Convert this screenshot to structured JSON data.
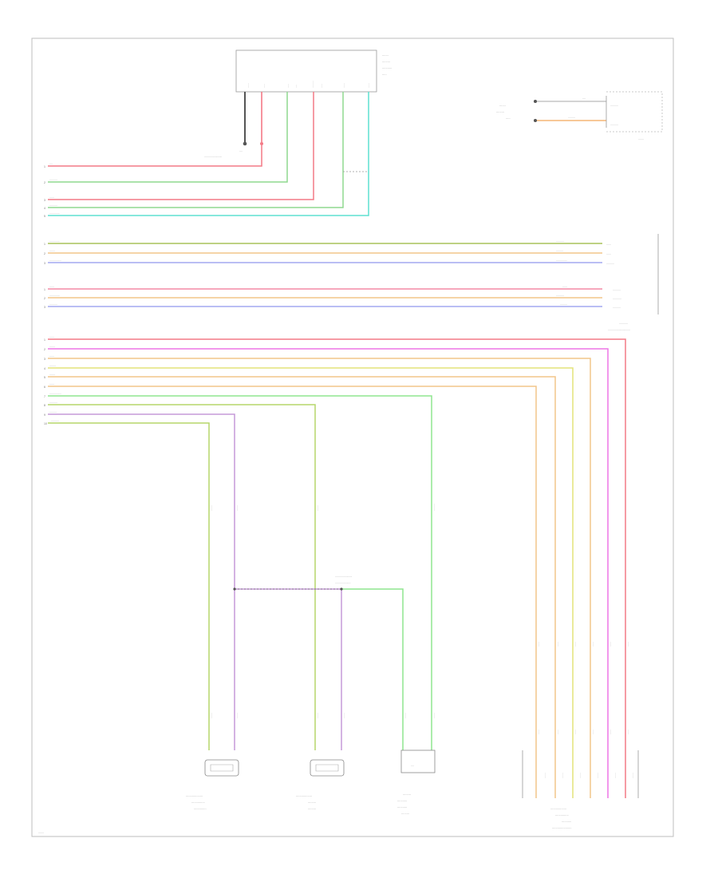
{
  "footer": {
    "ref_code": ""
  },
  "wires": [
    {
      "id": "r1",
      "color": "#f47a86"
    },
    {
      "id": "r2",
      "color": "#8fd98f"
    },
    {
      "id": "r3",
      "color": "#f47a86"
    },
    {
      "id": "r4",
      "color": "#8fd98f"
    },
    {
      "id": "r5",
      "color": "#5fe0d0"
    },
    {
      "id": "b1",
      "color": "#a9c25a"
    },
    {
      "id": "b2",
      "color": "#f2c58a"
    },
    {
      "id": "b3",
      "color": "#a3a9f0"
    },
    {
      "id": "c1",
      "color": "#f48aa6"
    },
    {
      "id": "c2",
      "color": "#f2c58a"
    },
    {
      "id": "c3",
      "color": "#a3a9f0"
    },
    {
      "id": "d1",
      "color": "#f47a86"
    },
    {
      "id": "d2",
      "color": "#ee76e6"
    },
    {
      "id": "d3",
      "color": "#f2c58a"
    },
    {
      "id": "d4",
      "color": "#e4e47a"
    },
    {
      "id": "d5",
      "color": "#f2c58a"
    },
    {
      "id": "d6",
      "color": "#f2c58a"
    },
    {
      "id": "d7",
      "color": "#8fe58f"
    },
    {
      "id": "d8",
      "color": "#b6d66a"
    },
    {
      "id": "d9",
      "color": "#c59ad8"
    },
    {
      "id": "d10",
      "color": "#b6d66a"
    }
  ],
  "components": [
    {
      "id": "top-module"
    },
    {
      "id": "side-switch"
    },
    {
      "id": "sensor-left"
    },
    {
      "id": "sensor-right"
    },
    {
      "id": "sensor-mid"
    },
    {
      "id": "connector-right"
    }
  ]
}
